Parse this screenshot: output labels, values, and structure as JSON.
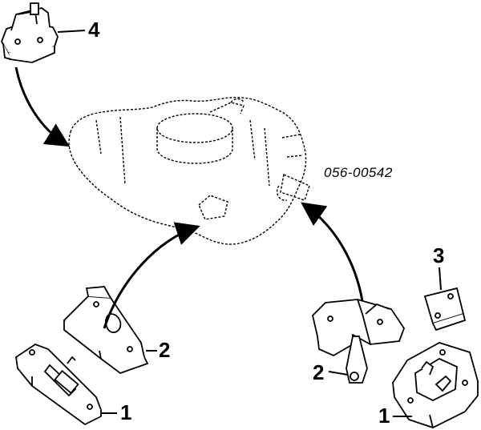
{
  "diagram": {
    "part_number": "056-00542",
    "callouts": {
      "top_mount": "4",
      "small_bracket": "3",
      "left_bracket": "2",
      "right_bracket": "2",
      "left_insulator": "1",
      "right_insulator": "1"
    },
    "colors": {
      "ink": "#000000",
      "background": "#ffffff"
    }
  }
}
